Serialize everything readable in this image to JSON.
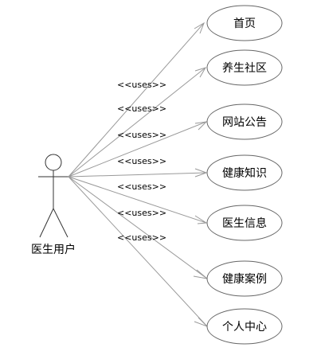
{
  "actor": {
    "label": "医生用户"
  },
  "relation_label": "<<uses>>",
  "use_cases": [
    {
      "label": "首页"
    },
    {
      "label": "养生社区"
    },
    {
      "label": "网站公告"
    },
    {
      "label": "健康知识"
    },
    {
      "label": "医生信息"
    },
    {
      "label": "健康案例"
    },
    {
      "label": "个人中心"
    }
  ]
}
